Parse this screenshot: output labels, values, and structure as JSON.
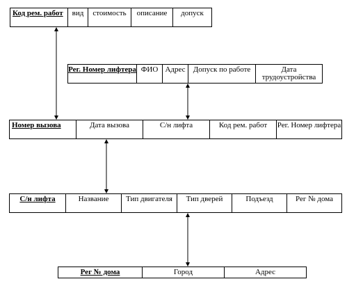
{
  "tables": {
    "repair_works": {
      "key": "Код рем. работ",
      "fields": [
        "вид",
        "стоимость",
        "описание",
        "допуск"
      ]
    },
    "elevator_operators": {
      "key": "Рег. Номер лифтера",
      "fields": [
        "ФИО",
        "Адрес",
        "Допуск по работе",
        "Дата трудоустройства"
      ]
    },
    "calls": {
      "key": "Номер вызова",
      "fields": [
        "Дата вызова",
        "С/н лифта",
        "Код рем. работ",
        "Рег. Номер лифтера"
      ]
    },
    "elevators": {
      "key": "С/н лифта",
      "fields": [
        "Название",
        "Тип двигателя",
        "Тип дверей",
        "Подъезд",
        "Рег № дома"
      ]
    },
    "houses": {
      "key": "Рег № дома",
      "fields": [
        "Город",
        "Адрес"
      ]
    }
  }
}
